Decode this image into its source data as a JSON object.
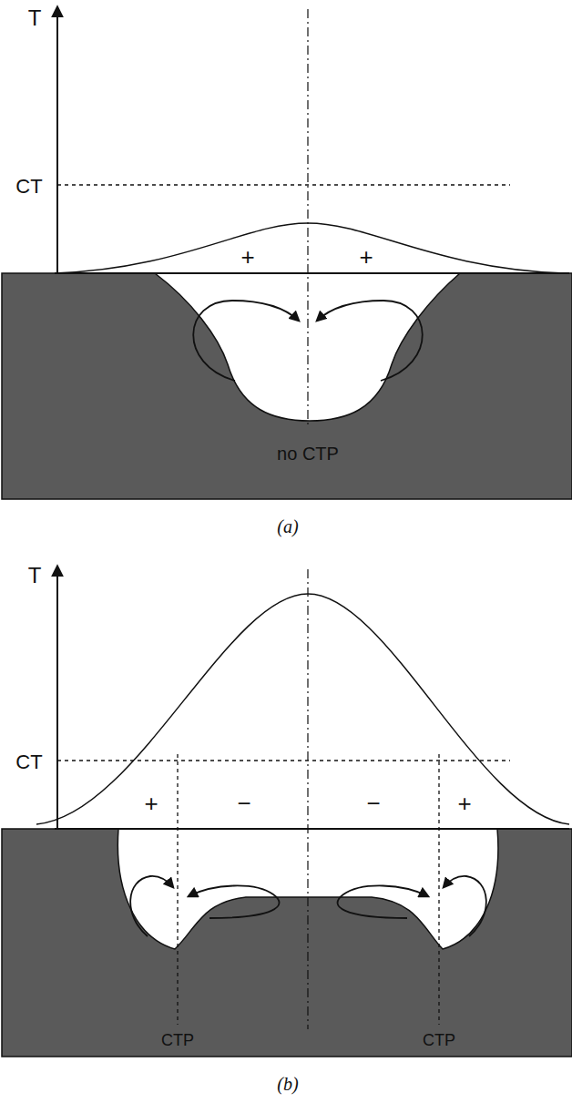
{
  "diagram": {
    "labels": [
      "T",
      "CT",
      "+",
      "+",
      "no CTP",
      "(a)",
      "T",
      "CT",
      "+",
      "−",
      "−",
      "+",
      "CTP",
      "CTP",
      "(b)"
    ]
  }
}
